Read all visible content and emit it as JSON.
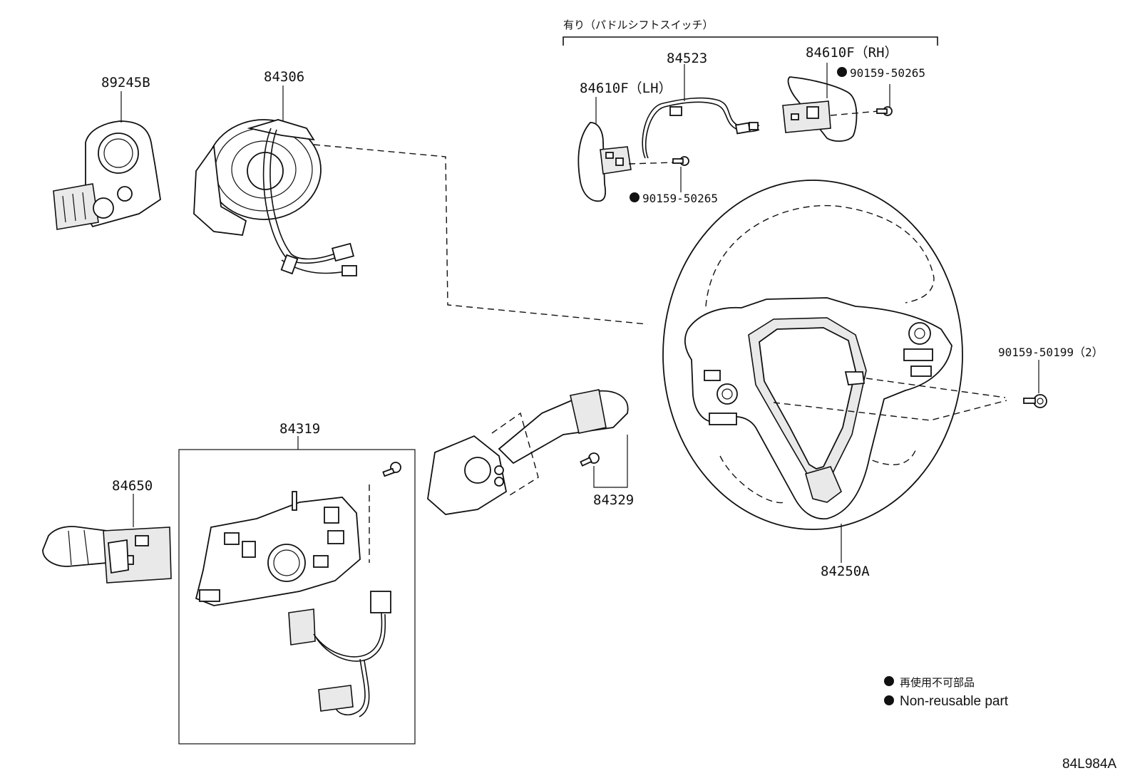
{
  "labels": {
    "header_bracket": "有り（パドルシフトスイッチ）",
    "p89245B": "89245B",
    "p84306": "84306",
    "p84523": "84523",
    "p84610F_RH": "84610F（RH）",
    "p84610F_LH": "84610F（LH）",
    "bolt_rh": "90159-50265",
    "bolt_lh": "90159-50265",
    "bolt_wheel": "90159-50199（2）",
    "p84319": "84319",
    "p84329": "84329",
    "p84650": "84650",
    "p84250A": "84250A",
    "drawing_id": "84L984A"
  },
  "legend": {
    "line_jp": "再使用不可部品",
    "line_en": "Non-reusable part"
  }
}
